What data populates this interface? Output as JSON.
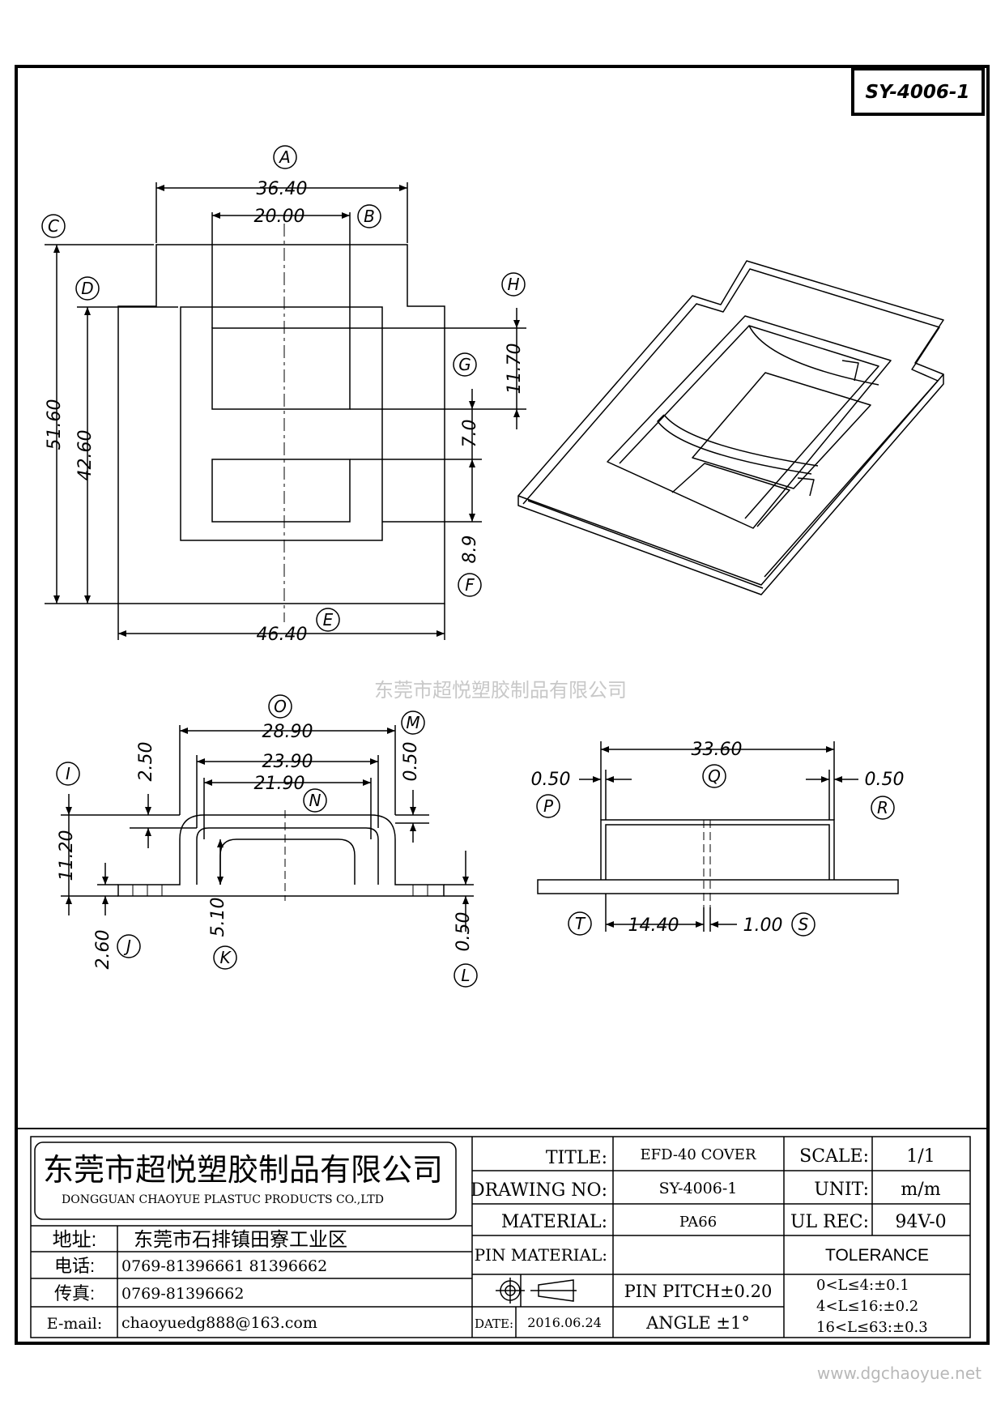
{
  "drawing_id": "SY-4006-1",
  "watermark": "东莞市超悦塑胶制品有限公司",
  "website": "www.dgchaoyue.net",
  "top_view": {
    "dims": {
      "a": "36.40",
      "b": "20.00",
      "c": "51.60",
      "d": "42.60",
      "e": "46.40",
      "f": "8.9",
      "g": "7.0",
      "h": "11.70"
    },
    "labels": {
      "a": "A",
      "b": "B",
      "c": "C",
      "d": "D",
      "e": "E",
      "f": "F",
      "g": "G",
      "h": "H"
    }
  },
  "front_view": {
    "dims": {
      "o": "28.90",
      "o2": "23.90",
      "n": "21.90",
      "top_a": "2.50",
      "m": "0.50",
      "i": "11.20",
      "j": "2.60",
      "k": "5.10",
      "l": "0.50"
    },
    "labels": {
      "o": "O",
      "m": "M",
      "n": "N",
      "i": "I",
      "j": "J",
      "k": "K",
      "l": "L"
    }
  },
  "side_view": {
    "dims": {
      "q": "33.60",
      "p": "0.50",
      "r": "0.50",
      "t": "14.40",
      "s": "1.00"
    },
    "labels": {
      "q": "Q",
      "p": "P",
      "r": "R",
      "t": "T",
      "s": "S"
    }
  },
  "title_block": {
    "company_cn": "东莞市超悦塑胶制品有限公司",
    "company_en": "DONGGUAN CHAOYUE PLASTUC PRODUCTS CO.,LTD",
    "address_label": "地址:",
    "address": "东莞市石排镇田寮工业区",
    "tel_label": "电话:",
    "tel": "0769-81396661   81396662",
    "fax_label": "传真:",
    "fax": "0769-81396662",
    "email_label": "E-mail:",
    "email": "chaoyuedg888@163.com",
    "title_label": "TITLE:",
    "title": "EFD-40 COVER",
    "drawing_no_label": "DRAWING NO:",
    "drawing_no": "SY-4006-1",
    "material_label": "MATERIAL:",
    "material": "PA66",
    "pin_material_label": "PIN MATERIAL:",
    "pin_material": "",
    "pin_pitch": "PIN PITCH±0.20",
    "angle": "ANGLE   ±1°",
    "date_label": "DATE:",
    "date": "2016.06.24",
    "scale_label": "SCALE:",
    "scale": "1/1",
    "unit_label": "UNIT:",
    "unit": "m/m",
    "ul_label": "UL REC:",
    "ul": "94V-0",
    "tolerance_label": "TOLERANCE",
    "tolerances": [
      "0<L≤4:±0.1",
      "4<L≤16:±0.2",
      "16<L≤63:±0.3"
    ]
  }
}
